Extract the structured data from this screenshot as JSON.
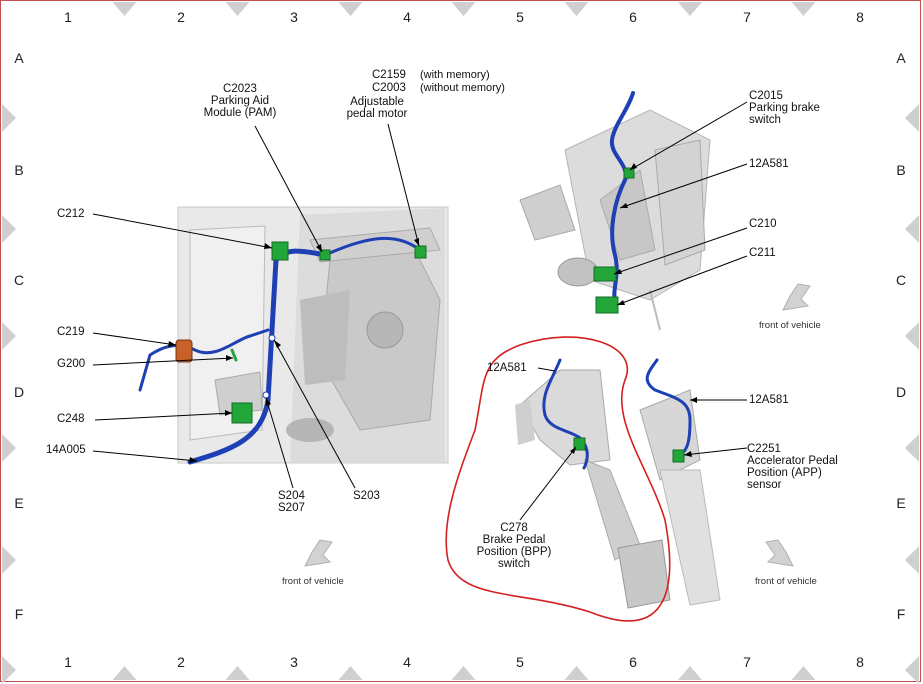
{
  "grid": {
    "columns": [
      "1",
      "2",
      "3",
      "4",
      "5",
      "6",
      "7",
      "8"
    ],
    "rows": [
      "A",
      "B",
      "C",
      "D",
      "E",
      "F"
    ]
  },
  "labels": {
    "c2023": "C2023",
    "pam1": "Parking Aid",
    "pam2": "Module (PAM)",
    "c2159": "C2159",
    "with_memory": "(with memory)",
    "c2003": "C2003",
    "without_memory": "(without memory)",
    "adj1": "Adjustable",
    "adj2": "pedal motor",
    "c212": "C212",
    "c219": "C219",
    "g200": "G200",
    "c248": "C248",
    "w14a005": "14A005",
    "s204": "S204",
    "s207": "S207",
    "s203": "S203",
    "front_left": "front of vehicle",
    "c2015": "C2015",
    "pbs1": "Parking brake",
    "pbs2": "switch",
    "w12a581_top": "12A581",
    "c210": "C210",
    "c211": "C211",
    "front_top_right": "front of vehicle",
    "w12a581_left": "12A581",
    "w12a581_right": "12A581",
    "c2251": "C2251",
    "app1": "Accelerator Pedal",
    "app2": "Position (APP)",
    "app3": "sensor",
    "c278": "C278",
    "bpp1": "Brake Pedal",
    "bpp2": "Position (BPP)",
    "bpp3": "switch",
    "front_bottom_right": "front of vehicle"
  },
  "colors": {
    "harness": "#1f3fb5",
    "connector": "#22a63a",
    "ground": "#c8602a",
    "highlight": "#d42020",
    "border": "#c0504d"
  }
}
